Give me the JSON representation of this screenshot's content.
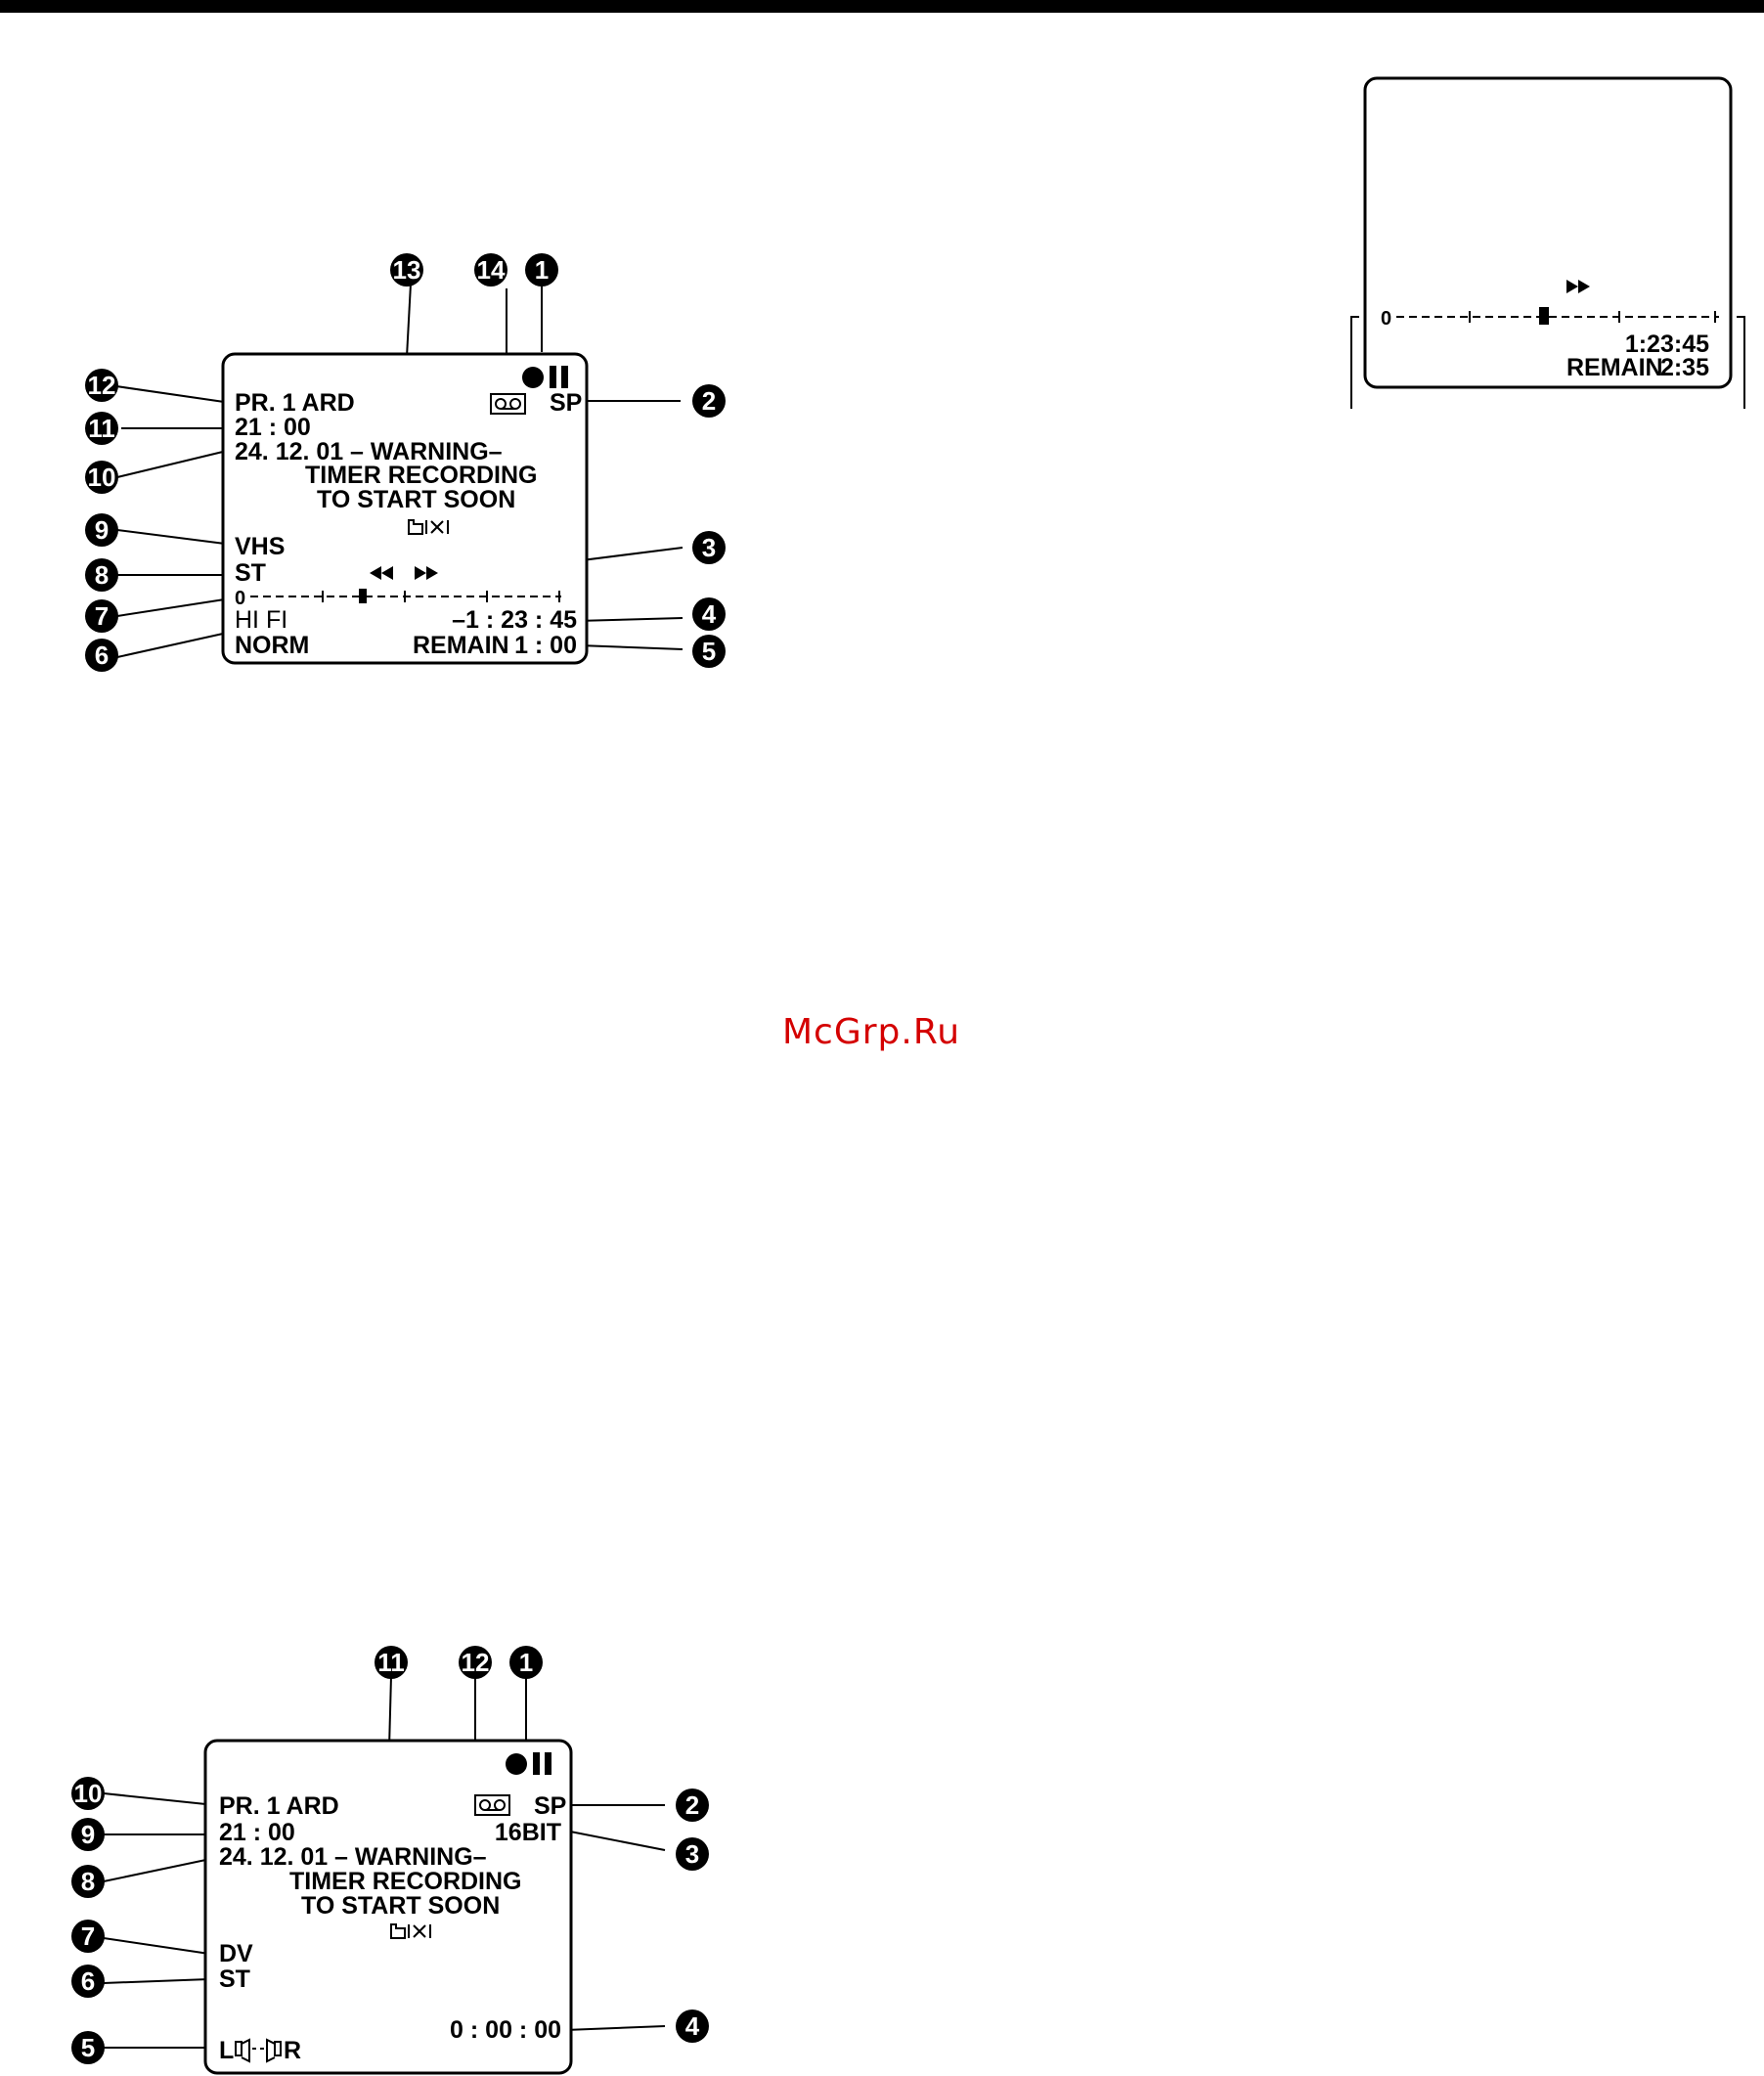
{
  "watermark": "McGrp.Ru",
  "diagram_vhs": {
    "channel": "PR. 1 ARD",
    "time": "21 : 00",
    "date": "24. 12. 01",
    "warning": "– WARNING–",
    "message_line1": "TIMER RECORDING",
    "message_line2": "TO START SOON",
    "tape_speed": "SP",
    "system": "VHS",
    "audio_mode": "ST",
    "tape_scale_zero": "0",
    "hifi": "HI FI",
    "counter": "–1 : 23 : 45",
    "norm": "NORM",
    "remain_label": "REMAIN",
    "remain_value": "1 : 00",
    "callouts": [
      "1",
      "2",
      "3",
      "4",
      "5",
      "6",
      "7",
      "8",
      "9",
      "10",
      "11",
      "12",
      "13",
      "14"
    ]
  },
  "diagram_topright": {
    "tape_scale_zero": "0",
    "counter": "1:23:45",
    "remain_label": "REMAIN",
    "remain_value": "2:35"
  },
  "diagram_dv": {
    "channel": "PR. 1 ARD",
    "time": "21 : 00",
    "date": "24. 12. 01",
    "warning": "– WARNING–",
    "message_line1": "TIMER RECORDING",
    "message_line2": "TO START SOON",
    "tape_speed": "SP",
    "audio_bits": "16BIT",
    "system": "DV",
    "audio_mode": "ST",
    "counter": "0 : 00 : 00",
    "audio_left": "L",
    "audio_right": "R",
    "callouts": [
      "1",
      "2",
      "3",
      "4",
      "5",
      "6",
      "7",
      "8",
      "9",
      "10",
      "11",
      "12"
    ]
  }
}
